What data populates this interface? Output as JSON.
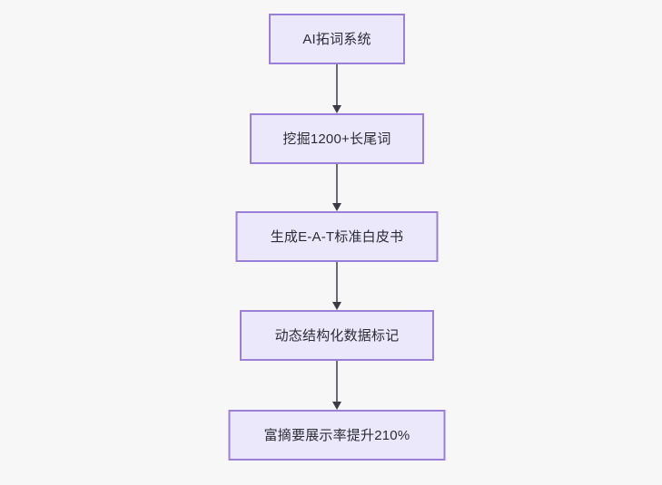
{
  "diagram": {
    "type": "flowchart",
    "orientation": "top-to-bottom",
    "background_color": "#f7f7f8",
    "node_fill_color": "#ebe8fc",
    "node_border_color": "#9a7fd8",
    "node_text_color": "#2b2b33",
    "connector_color": "#6b6b76",
    "nodes": [
      {
        "id": "node-1",
        "label": "AI拓词系统"
      },
      {
        "id": "node-2",
        "label": "挖掘1200+长尾词"
      },
      {
        "id": "node-3",
        "label": "生成E-A-T标准白皮书"
      },
      {
        "id": "node-4",
        "label": "动态结构化数据标记"
      },
      {
        "id": "node-5",
        "label": "富摘要展示率提升210%"
      }
    ],
    "edges": [
      {
        "id": "edge-1",
        "from": "node-1",
        "to": "node-2",
        "label": ""
      },
      {
        "id": "edge-2",
        "from": "node-2",
        "to": "node-3",
        "label": ""
      },
      {
        "id": "edge-3",
        "from": "node-3",
        "to": "node-4",
        "label": ""
      },
      {
        "id": "edge-4",
        "from": "node-4",
        "to": "node-5",
        "label": ""
      }
    ]
  }
}
